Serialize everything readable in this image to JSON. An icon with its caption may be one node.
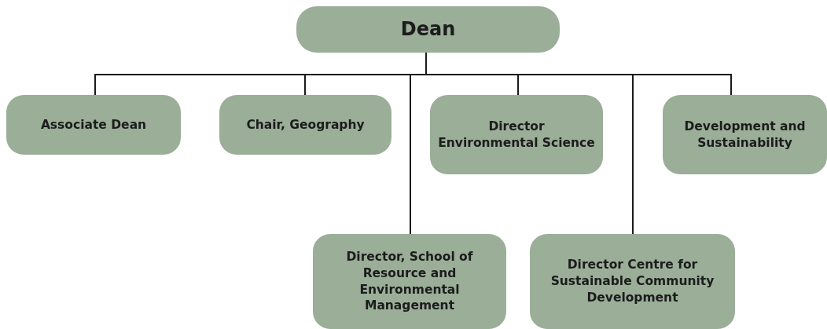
{
  "diagram": {
    "nodes": [
      {
        "text": [
          "Dean"
        ]
      },
      {
        "text": [
          "Associate Dean"
        ]
      },
      {
        "text": [
          "Chair, Geography"
        ]
      },
      {
        "text": [
          "Director Environmental Science"
        ]
      },
      {
        "text": [
          "Development and Sustainability"
        ]
      },
      {
        "text": [
          "Director, School of Resource and Environmental Management"
        ]
      },
      {
        "text": [
          "Director Centre for Sustainable Community Development"
        ]
      }
    ],
    "edges": [
      {
        "from": 0,
        "to": 1,
        "arrow": "none"
      },
      {
        "from": 0,
        "to": 2,
        "arrow": "none"
      },
      {
        "from": 0,
        "to": 5,
        "arrow": "none"
      },
      {
        "from": 0,
        "to": 3,
        "arrow": "none"
      },
      {
        "from": 0,
        "to": 6,
        "arrow": "none"
      },
      {
        "from": 0,
        "to": 4,
        "arrow": "none"
      }
    ]
  }
}
